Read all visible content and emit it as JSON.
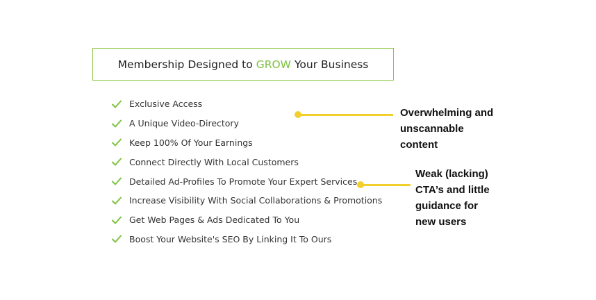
{
  "header": {
    "title_before": "Membership Designed to",
    "title_highlight": "GROW",
    "title_after": "Your Business"
  },
  "features": [
    "Exclusive Access",
    "A Unique Video-Directory",
    "Keep 100% Of Your Earnings",
    "Connect Directly With Local Customers",
    "Detailed Ad-Profiles To Promote Your Expert Services",
    "Increase Visibility With Social Collaborations & Promotions",
    "Get Web Pages & Ads Dedicated To You",
    "Boost Your Website's SEO By Linking It To Ours"
  ],
  "annotations": {
    "first": {
      "lines": [
        "Overwhelming and",
        "unscannable",
        "content"
      ]
    },
    "second": {
      "lines": [
        "Weak (lacking)",
        "CTA’s and little",
        "guidance for",
        "new users"
      ]
    }
  },
  "colors": {
    "accent_green": "#7dc242",
    "annotation_yellow": "#f2cf2c"
  },
  "icons": {
    "feature_bullet": "check-icon"
  }
}
